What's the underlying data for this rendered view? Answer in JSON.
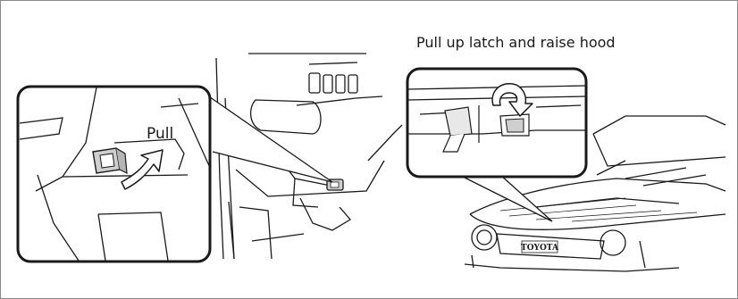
{
  "labels": {
    "pull": "Pull",
    "hood": "Pull up latch and raise hood"
  },
  "brand": {
    "grille_emblem": "TOYOTA"
  },
  "colors": {
    "frame": "#8a8a8a",
    "line": "#1a1a1a",
    "shade": "#cfcfcf",
    "arrow_fill": "#ffffff"
  },
  "icons": {
    "pull_arrow": "curved-up-arrow-icon",
    "latch_arrow": "curved-up-arrow-icon"
  }
}
